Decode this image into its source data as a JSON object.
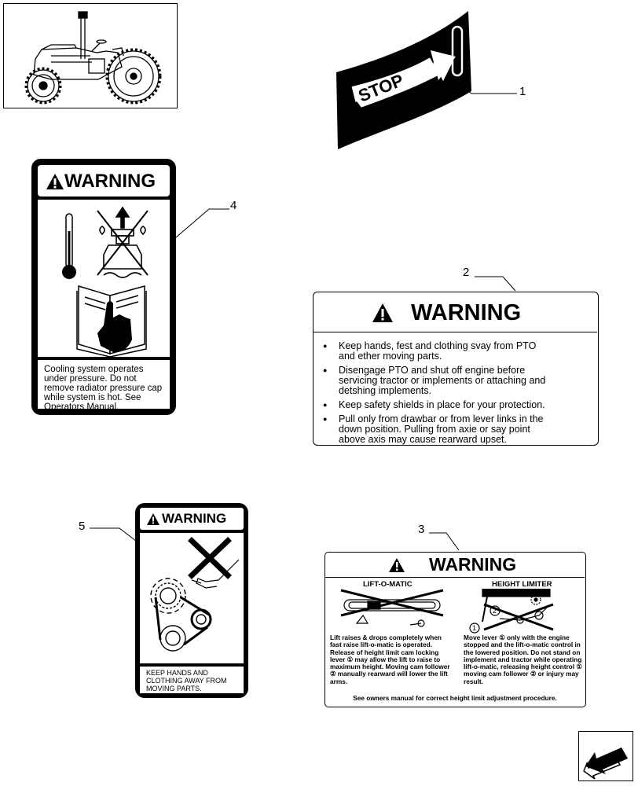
{
  "callouts": [
    "1",
    "2",
    "3",
    "4",
    "5"
  ],
  "decal1": {
    "text": "STOP"
  },
  "decal2": {
    "title": "WARNING",
    "items": [
      "Keep hands, fest and clothing svay from PTO and ether moving parts.",
      "Disengage PTO and shut off engine before servicing tractor or implements or attaching and detshing implements.",
      "Keep safety shields in place for your protection.",
      "Pull only from drawbar or from lever links in the down position. Pulling from axie or say point above axis may cause rearward upset."
    ]
  },
  "decal3": {
    "title": "WARNING",
    "left_heading": "LIFT-O-MATIC",
    "right_heading": "HEIGHT LIMITER",
    "left_text": "Lift raises & drops completely when fast raise lift-o-matic is operated. Release of height limit cam locking lever ① may allow the lift to raise to maximum height. Moving cam follower ② manually rearward will lower the lift arms.",
    "right_text": "Move lever ① only with the engine stopped and the lift-o-matic control in the lowered position. Do not stand on implement and tractor while operating lift-o-matic, releasing height control ① moving cam follower ② or injury may result.",
    "footer": "See owners manual for correct height limit adjustment procedure.",
    "marker1": "1",
    "marker2": "2"
  },
  "decal4": {
    "title": "WARNING",
    "text": "Cooling system operates under pressure. Do not remove radiator pressure cap while system is hot. See Operators Manual."
  },
  "decal5": {
    "title": "WARNING",
    "text": "KEEP HANDS AND CLOTHING AWAY FROM MOVING PARTS."
  }
}
